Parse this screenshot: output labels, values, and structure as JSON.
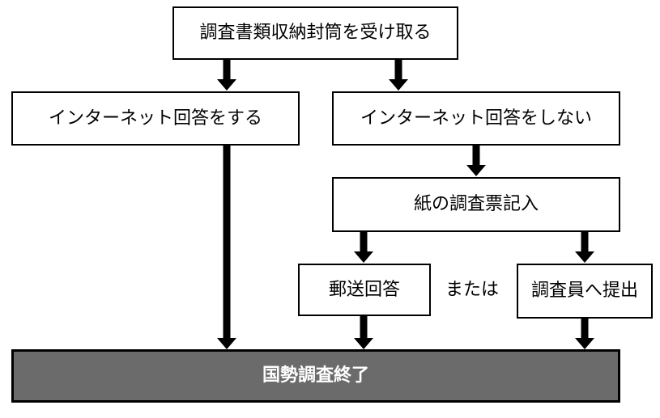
{
  "nodes": {
    "receive": "調査書類収納封筒を受け取る",
    "internet_yes": "インターネット回答をする",
    "internet_no": "インターネット回答をしない",
    "paper": "紙の調査票記入",
    "mail": "郵送回答",
    "surveyor": "調査員へ提出",
    "end": "国勢調査終了"
  },
  "connector": {
    "or": "または"
  },
  "colors": {
    "line": "#000000",
    "final_fill": "#6b6b6b",
    "final_text": "#ffffff",
    "box_fill": "#ffffff"
  }
}
